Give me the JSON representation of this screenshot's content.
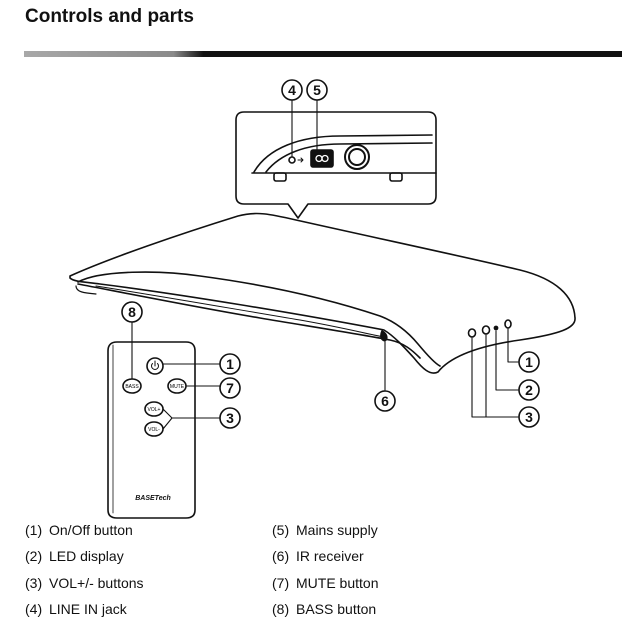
{
  "header": {
    "title": "Controls and parts"
  },
  "callouts": [
    "1",
    "2",
    "3",
    "4",
    "5",
    "6",
    "7",
    "8"
  ],
  "remote": {
    "bass_label": "BASS",
    "mute_label": "MUTE",
    "vol_plus": "VOL+",
    "vol_minus": "VOL-",
    "brand": "BASETech"
  },
  "legend": {
    "left": [
      {
        "num": "(1)",
        "text": "On/Off button"
      },
      {
        "num": "(2)",
        "text": "LED display"
      },
      {
        "num": "(3)",
        "text": "VOL+/- buttons"
      },
      {
        "num": "(4)",
        "text": "LINE IN jack"
      }
    ],
    "right": [
      {
        "num": "(5)",
        "text": "Mains supply"
      },
      {
        "num": "(6)",
        "text": "IR receiver"
      },
      {
        "num": "(7)",
        "text": "MUTE button"
      },
      {
        "num": "(8)",
        "text": "BASS button"
      }
    ]
  }
}
